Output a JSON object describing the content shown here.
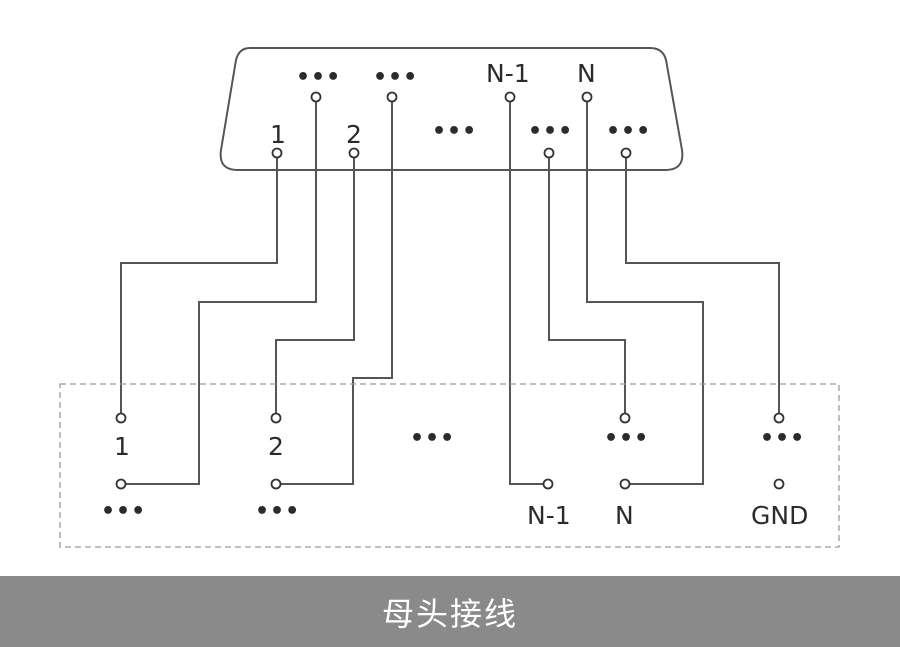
{
  "connector": {
    "top_row": {
      "dots_a": "•••",
      "dots_b": "•••",
      "label_n_minus_1": "N-1",
      "label_n": "N"
    },
    "bottom_row": {
      "label_1": "1",
      "label_2": "2",
      "dots_mid": "•••",
      "dots_c": "•••",
      "dots_d": "•••"
    }
  },
  "terminal_block": {
    "upper_row": {
      "label_1": "1",
      "label_2": "2",
      "dots_mid": "•••",
      "dots_right": "•••",
      "dots_far": "•••"
    },
    "lower_row": {
      "dots_1": "•••",
      "dots_2": "•••",
      "label_n_minus_1": "N-1",
      "label_n": "N",
      "label_gnd": "GND"
    }
  },
  "footer": {
    "title": "母头接线"
  },
  "colors": {
    "wire": "#555555",
    "footer_bg": "#8a8a8a",
    "footer_text": "#ffffff",
    "dashed_border": "#9a9a9a"
  }
}
